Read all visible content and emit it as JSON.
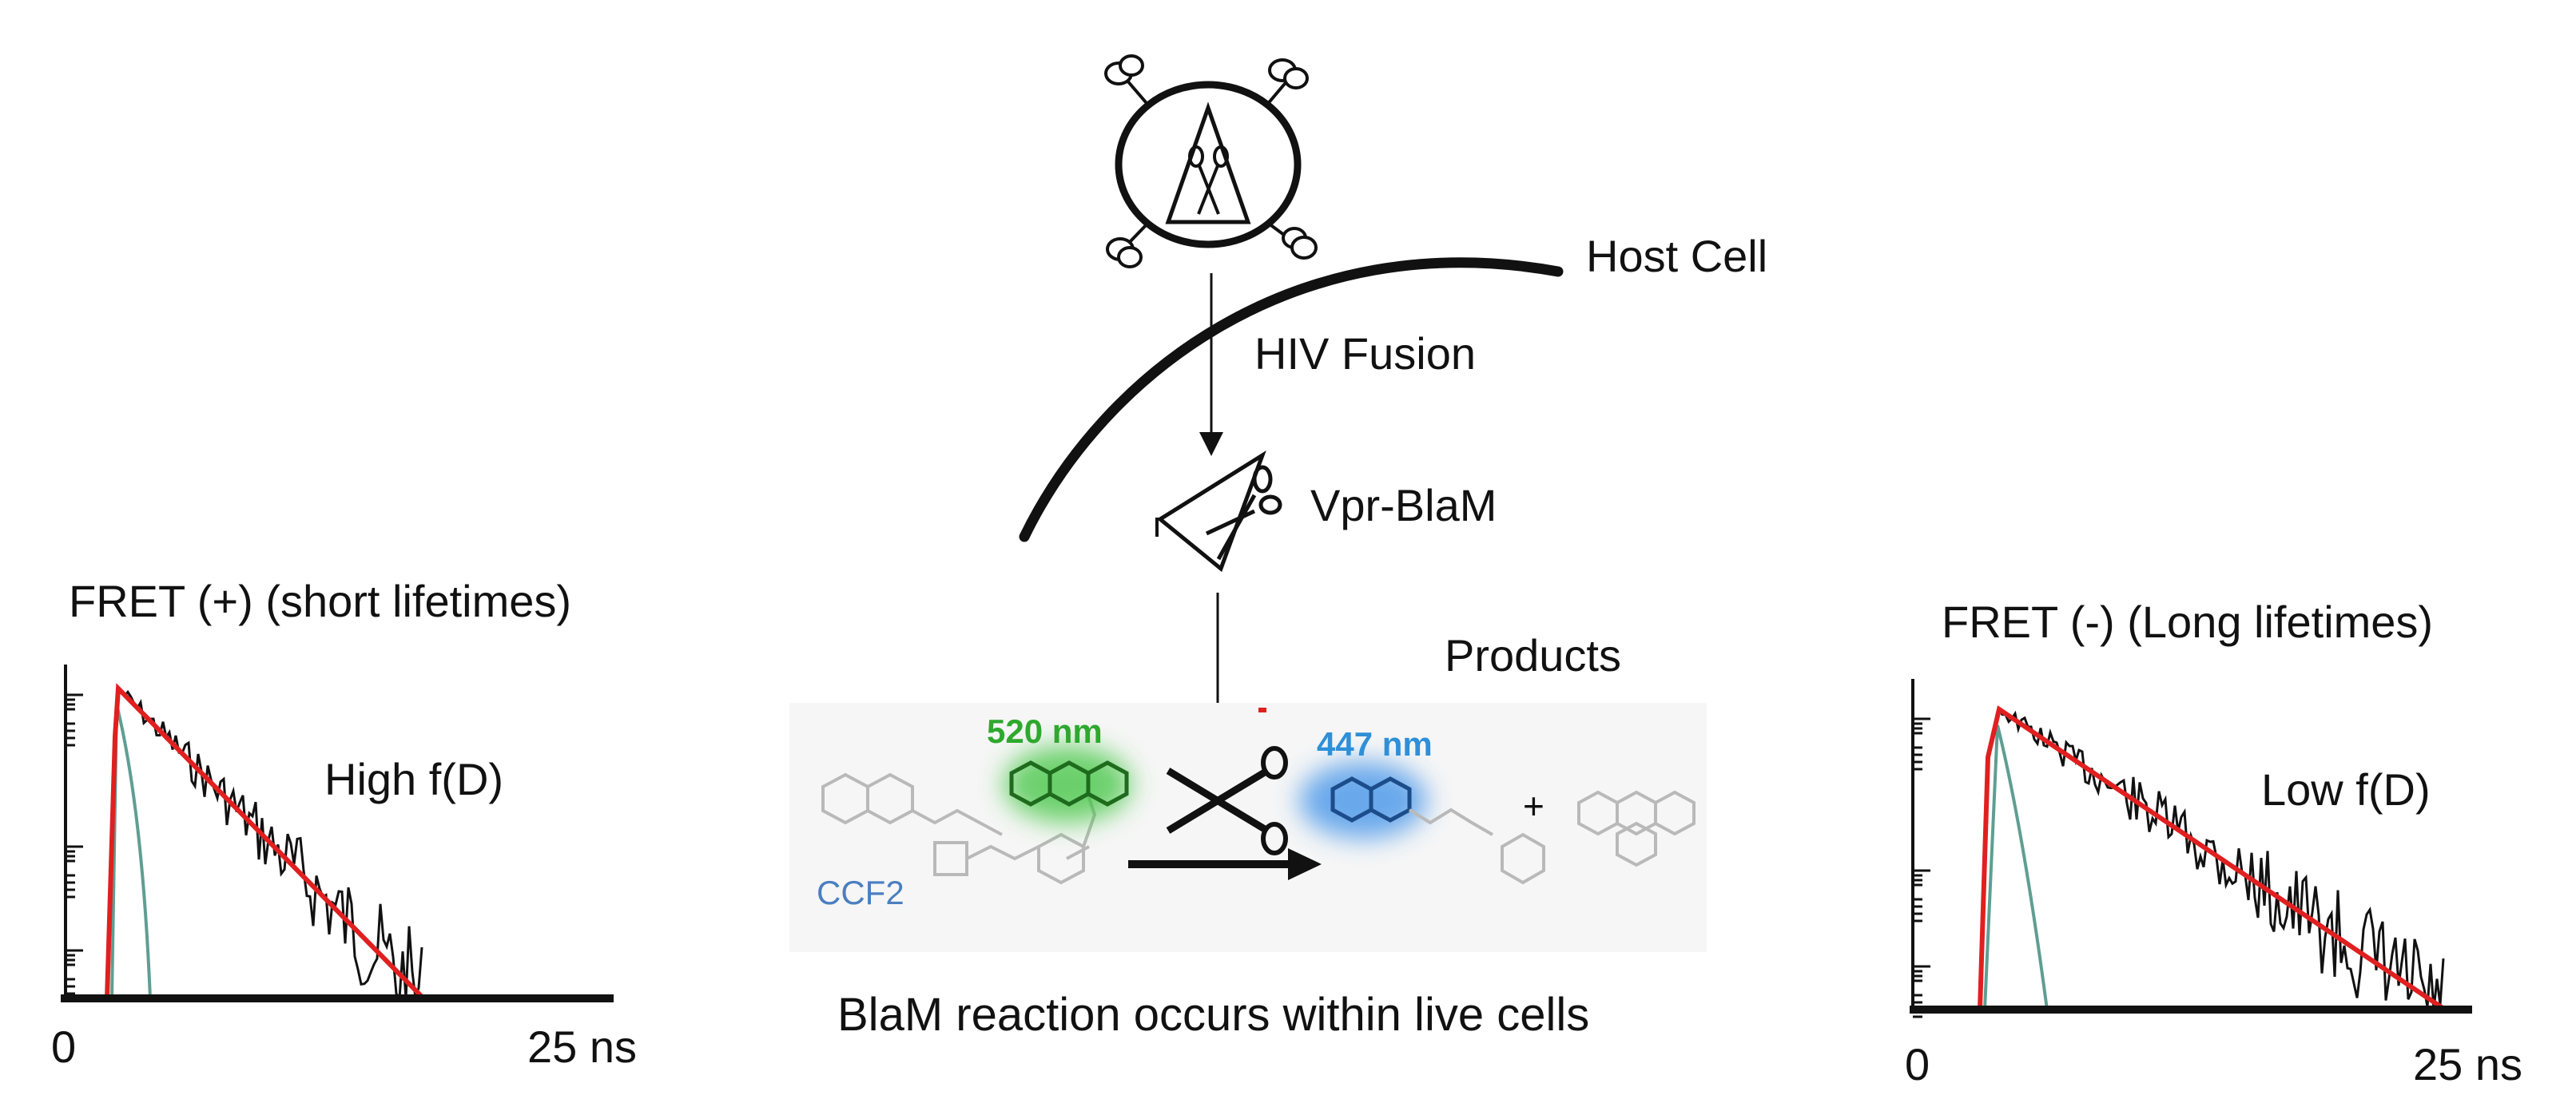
{
  "labels": {
    "host_cell": "Host Cell",
    "hiv_fusion": "HIV Fusion",
    "vpr_blam": "Vpr-BlaM",
    "products": "Products",
    "reaction_caption": "BlaM reaction occurs within live cells",
    "substrate_name": "CCF2",
    "green_emission": "520 nm",
    "blue_emission": "447 nm",
    "plus": "+"
  },
  "panels": {
    "left": {
      "title": "FRET (+) (short lifetimes)",
      "annotation": "High f(D)",
      "x_start": "0",
      "x_end": "25 ns"
    },
    "right": {
      "title": "FRET (-) (Long lifetimes)",
      "annotation": "Low f(D)",
      "x_start": "0",
      "x_end": "25 ns"
    }
  },
  "colors": {
    "fit_line": "#e02020",
    "irf_line": "#5f9e92",
    "green_glow": "#3cc43c",
    "blue_glow": "#3b8fe8",
    "green_text": "#2ea82e",
    "blue_text": "#2f8fd8",
    "ccf2_text": "#4a7fc0"
  }
}
